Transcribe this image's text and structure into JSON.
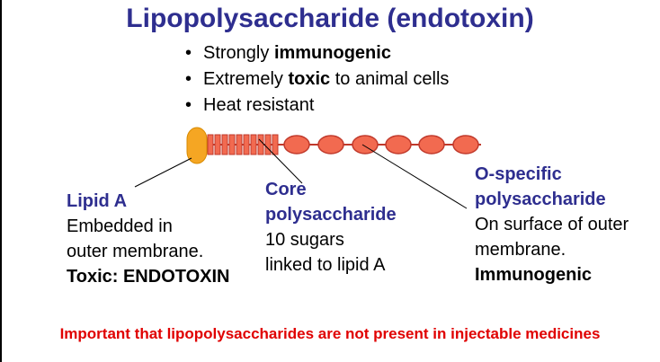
{
  "title": "Lipopolysaccharide (endotoxin)",
  "bullets": [
    {
      "pre": "Strongly ",
      "bold": "immunogenic",
      "post": ""
    },
    {
      "pre": "Extremely ",
      "bold": "toxic",
      "post": " to animal cells"
    },
    {
      "pre": "Heat resistant",
      "bold": "",
      "post": ""
    }
  ],
  "lipid_a": {
    "heading": "Lipid A",
    "lines": [
      "Embedded in",
      "outer membrane."
    ],
    "toxic": "Toxic: ENDOTOXIN"
  },
  "core": {
    "heading_lines": [
      "Core",
      "polysaccharide"
    ],
    "lines": [
      "10 sugars",
      "linked to lipid A"
    ]
  },
  "o_specific": {
    "heading_lines": [
      "O-specific",
      "polysaccharide"
    ],
    "lines": [
      "On surface of outer",
      "membrane."
    ],
    "emphasis": "Immunogenic"
  },
  "note": "Important that lipopolysaccharides are not present in injectable medicines",
  "colors": {
    "heading": "#2e2e8f",
    "lipid": "#f5a623",
    "sugar_fill": "#f26a50",
    "sugar_stroke": "#c0392b",
    "note": "#e00000"
  }
}
